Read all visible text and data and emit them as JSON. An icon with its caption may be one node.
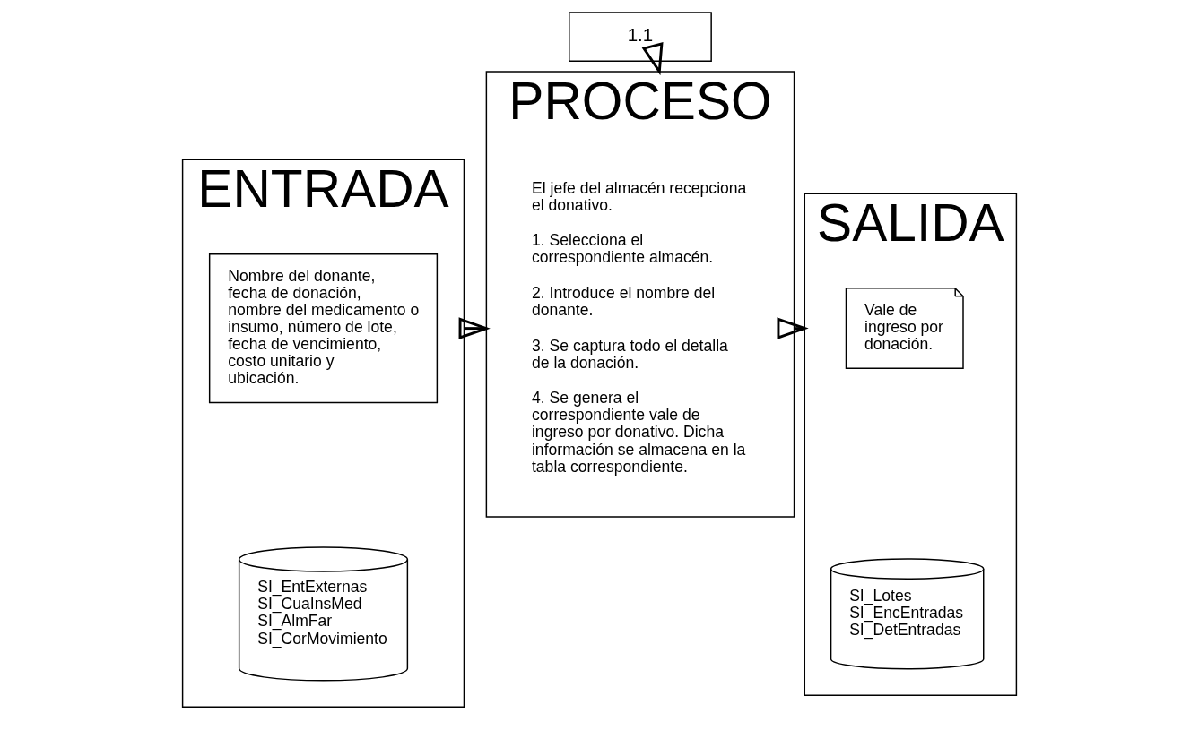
{
  "diagram": {
    "nodes": [
      {
        "text": [
          "ENTRADA"
        ]
      },
      {
        "text": [
          "Nombre del donante, fecha de donación, nombre del medicamento o insumo, número de lote, fecha de vencimiento, costo unitario y ubicación."
        ],
        "in": 0
      },
      {
        "text": [
          "SI_EntExternas",
          "SI_CuaInsMed",
          "SI_AlmFar",
          "SI_CorMovimiento"
        ],
        "in": 0
      },
      {
        "text": [
          "PROCESO"
        ]
      },
      {
        "text": [
          "El jefe del almacén recepciona el donativo.",
          "1. Selecciona el correspondiente almacén.",
          "2. Introduce el nombre del donante.",
          "3. Se captura todo el detalla de la donación.",
          "4. Se genera el correspondiente vale de ingreso por donativo. Dicha información se almacena en la tabla correspondiente."
        ],
        "in": 3
      },
      {
        "text": [
          "SALIDA"
        ]
      },
      {
        "text": [
          "Vale de ingreso por donación."
        ],
        "in": 5
      },
      {
        "text": [
          "SI_Lotes",
          "SI_EncEntradas",
          "SI_DetEntradas"
        ],
        "in": 5
      },
      {
        "text": [
          "1.1"
        ]
      }
    ],
    "edges": [
      {
        "from": 8,
        "to": 3,
        "arrow": "to"
      },
      {
        "from": 0,
        "to": 3,
        "arrow": "to"
      },
      {
        "from": 3,
        "to": 5,
        "arrow": "to"
      }
    ]
  }
}
